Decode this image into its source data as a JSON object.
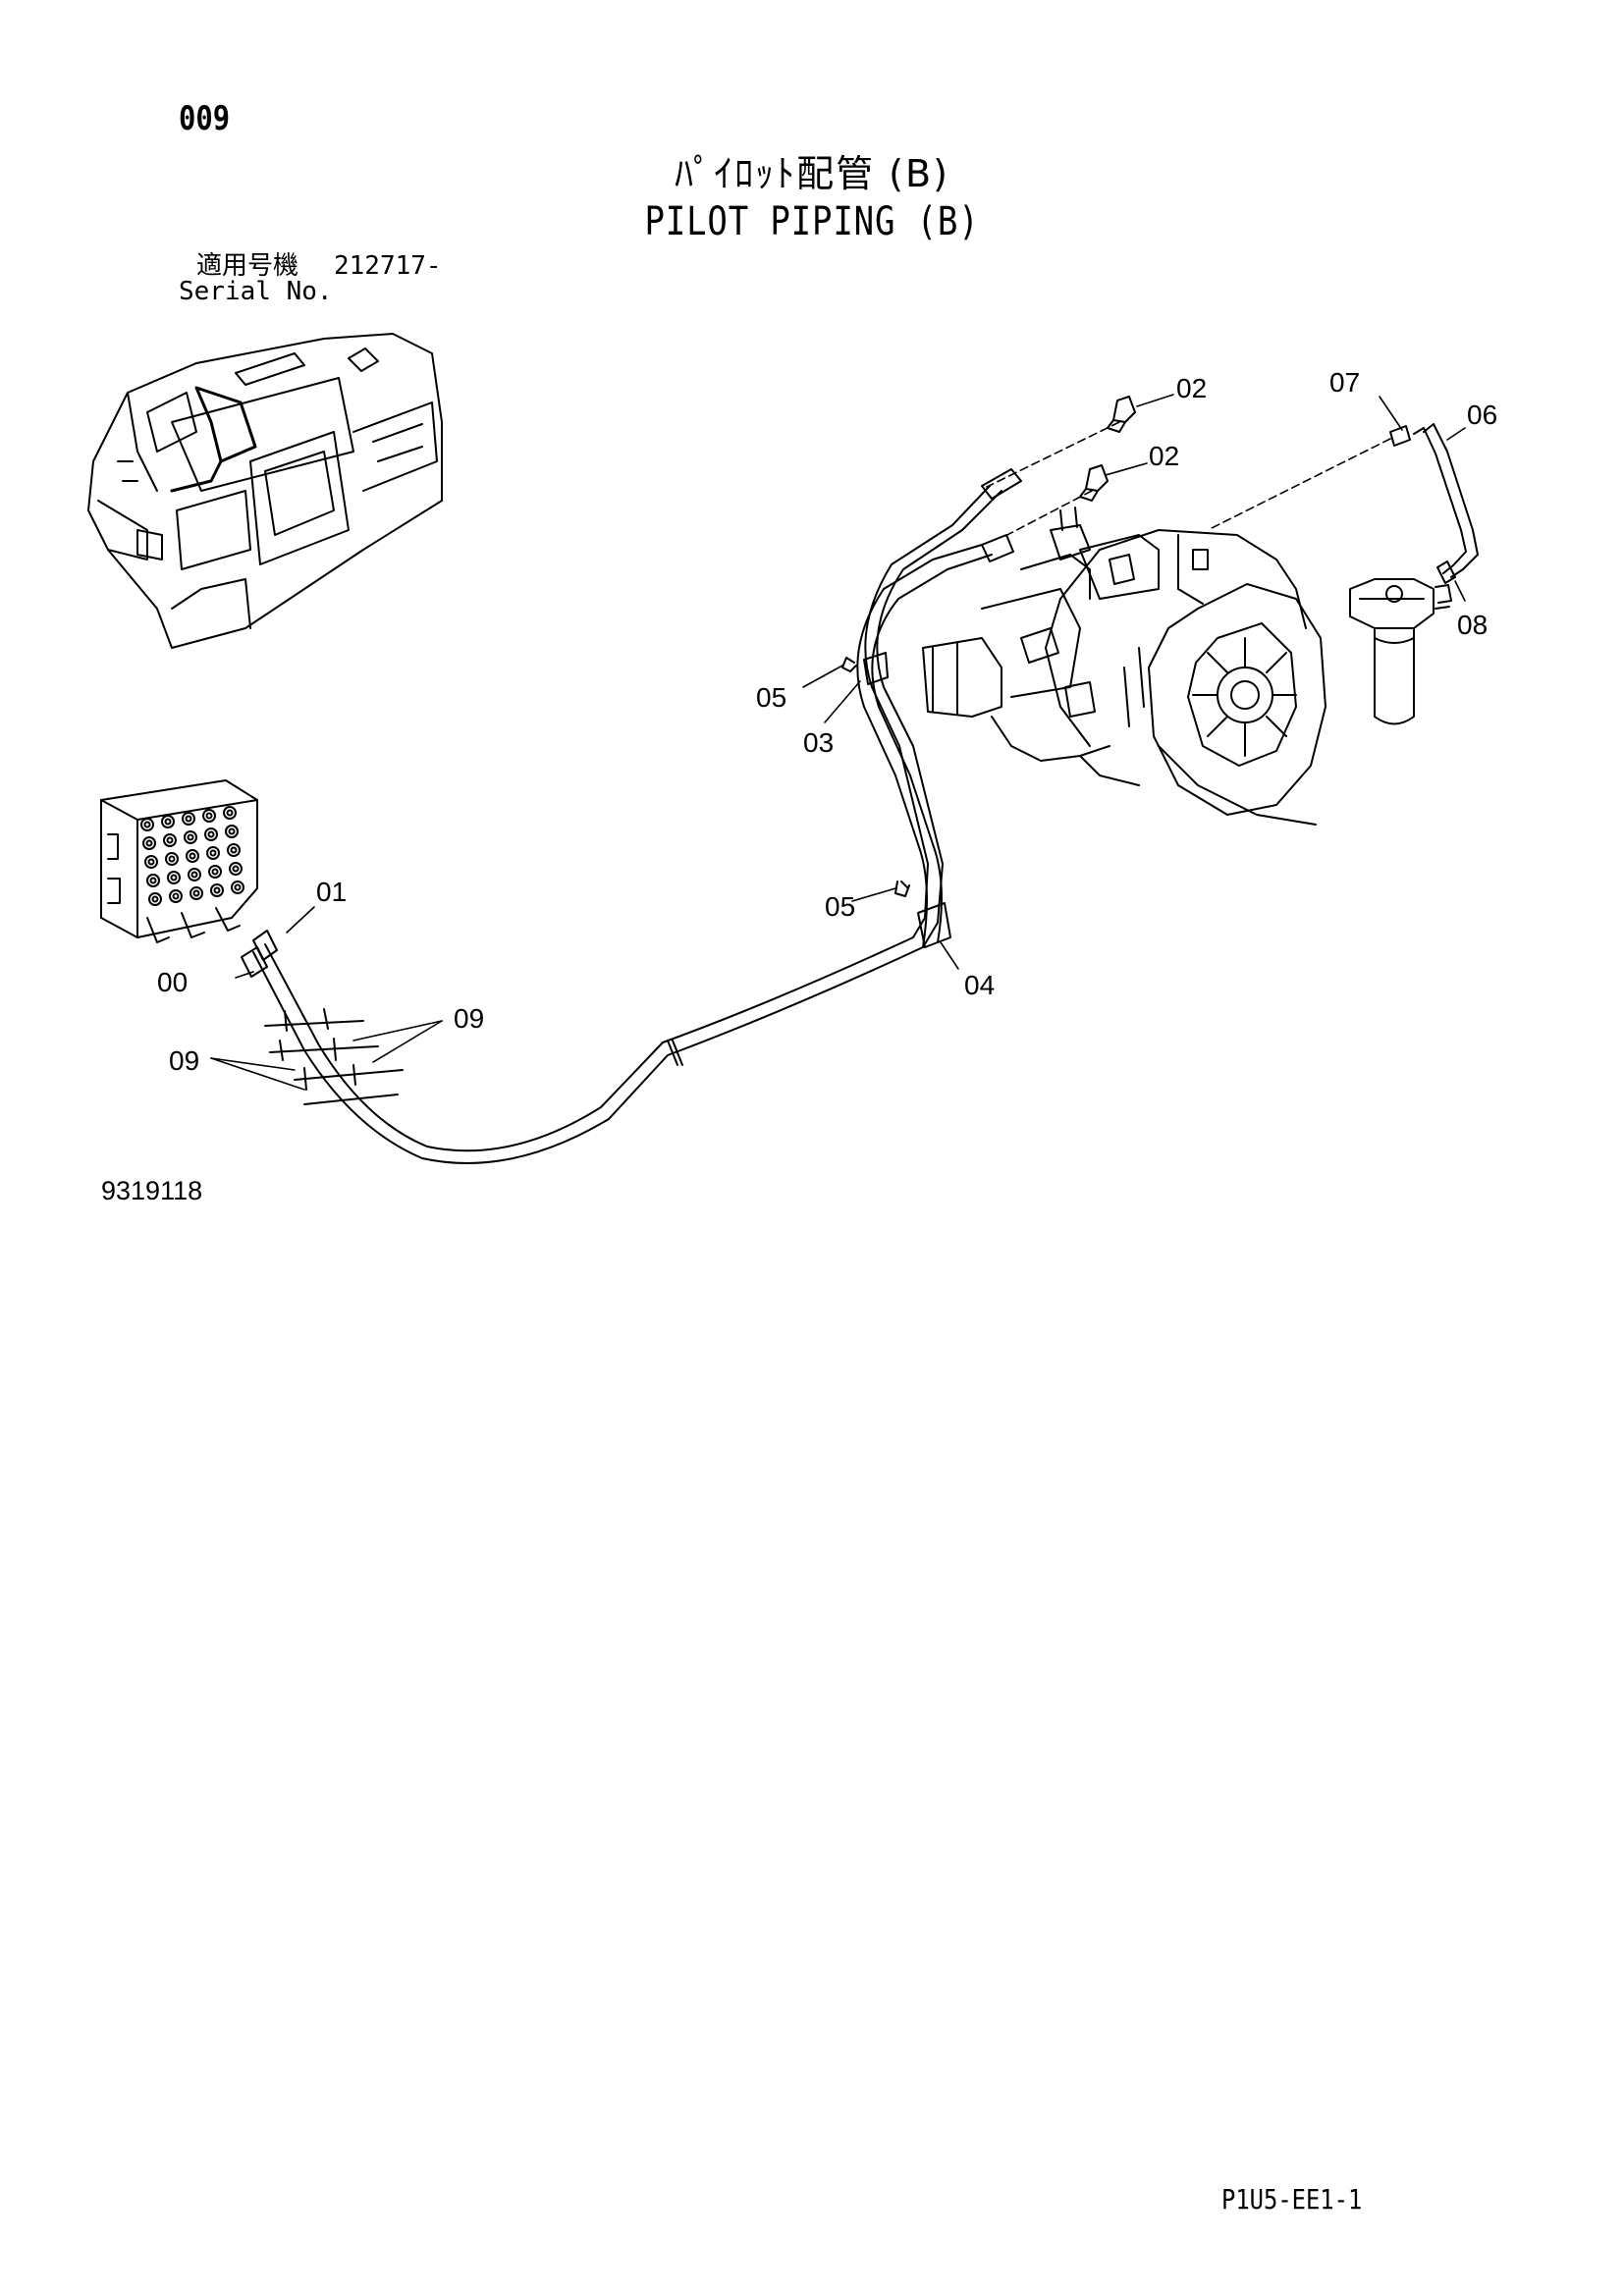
{
  "header": {
    "page_number": "009",
    "title_jp": "ﾊﾟｲﾛｯﾄ配管 (B)",
    "title_en": "PILOT PIPING (B)",
    "serial_label_jp": "適用号機",
    "serial_value": "212717-",
    "serial_label_en": "Serial No."
  },
  "callouts": {
    "c00": "00",
    "c01": "01",
    "c02a": "02",
    "c02b": "02",
    "c03": "03",
    "c04": "04",
    "c05a": "05",
    "c05b": "05",
    "c06": "06",
    "c07": "07",
    "c08": "08",
    "c09a": "09",
    "c09b": "09"
  },
  "footer": {
    "drawing_number": "9319118",
    "sheet_id": "P1U5-EE1-1"
  },
  "icons": [
    "excavator-thumbnail-icon",
    "pilot-valve-block-icon",
    "hydraulic-pump-icon",
    "pilot-filter-icon"
  ]
}
